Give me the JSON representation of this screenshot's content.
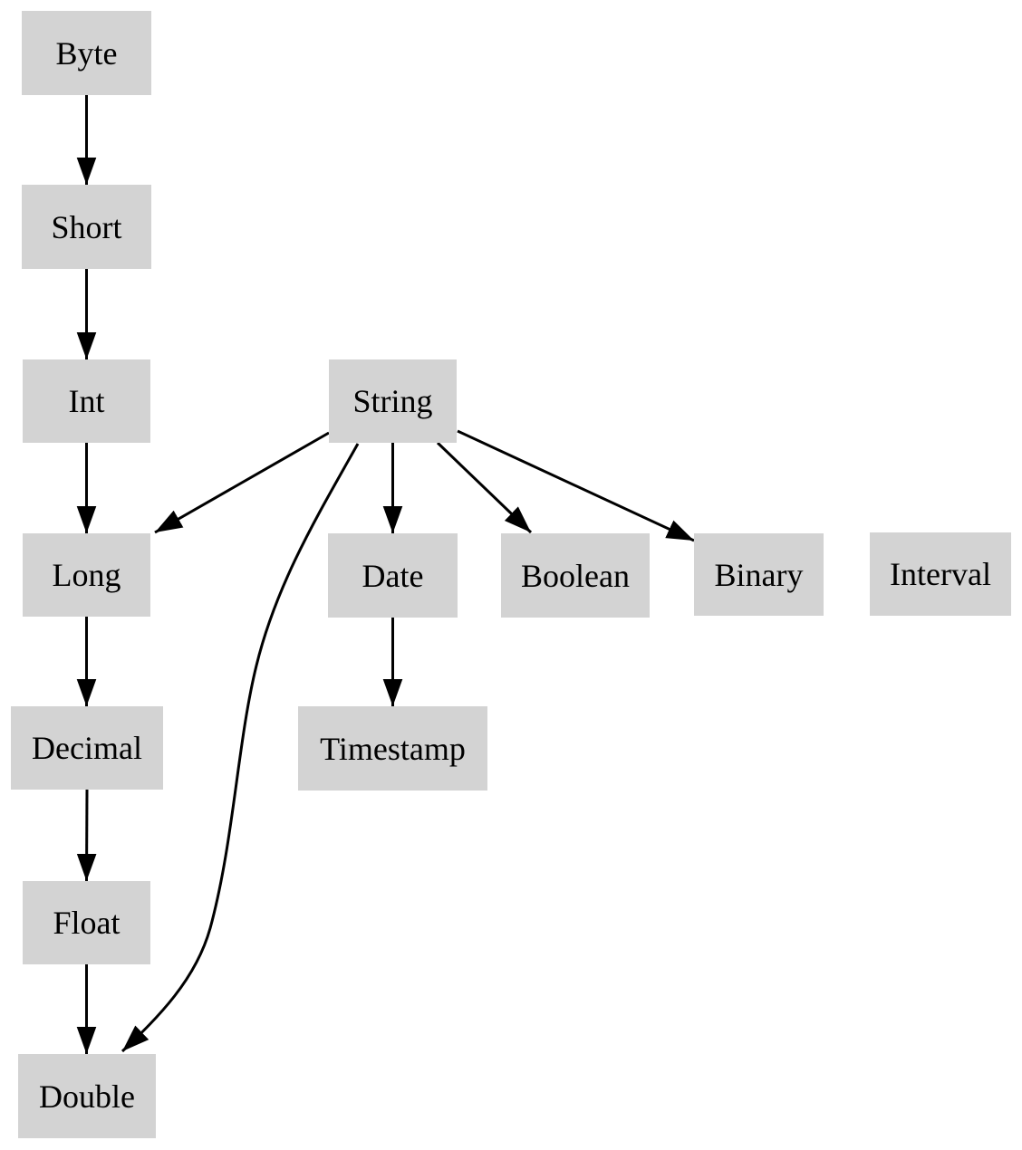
{
  "diagram": {
    "background_color": "#ffffff",
    "node_fill_color": "#d3d3d3",
    "node_text_color": "#000000",
    "edge_color": "#000000",
    "nodes": {
      "byte": {
        "label": "Byte"
      },
      "short": {
        "label": "Short"
      },
      "int": {
        "label": "Int"
      },
      "string": {
        "label": "String"
      },
      "long": {
        "label": "Long"
      },
      "date": {
        "label": "Date"
      },
      "boolean": {
        "label": "Boolean"
      },
      "binary": {
        "label": "Binary"
      },
      "interval": {
        "label": "Interval"
      },
      "decimal": {
        "label": "Decimal"
      },
      "timestamp": {
        "label": "Timestamp"
      },
      "float": {
        "label": "Float"
      },
      "double": {
        "label": "Double"
      }
    },
    "edges": [
      {
        "from": "Byte",
        "to": "Short"
      },
      {
        "from": "Short",
        "to": "Int"
      },
      {
        "from": "Int",
        "to": "Long"
      },
      {
        "from": "Long",
        "to": "Decimal"
      },
      {
        "from": "Decimal",
        "to": "Float"
      },
      {
        "from": "Float",
        "to": "Double"
      },
      {
        "from": "String",
        "to": "Long"
      },
      {
        "from": "String",
        "to": "Date"
      },
      {
        "from": "String",
        "to": "Boolean"
      },
      {
        "from": "String",
        "to": "Binary"
      },
      {
        "from": "String",
        "to": "Double"
      },
      {
        "from": "Date",
        "to": "Timestamp"
      }
    ]
  }
}
